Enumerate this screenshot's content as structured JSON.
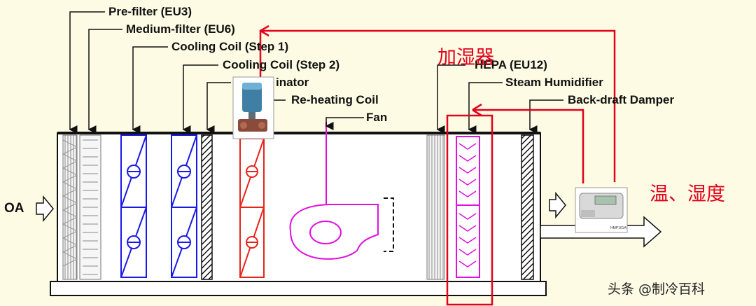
{
  "labels": {
    "pre_filter": "Pre-filter (EU3)",
    "medium_filter": "Medium-filter (EU6)",
    "cooling_coil_1": "Cooling Coil (Step 1)",
    "cooling_coil_2": "Cooling Coil (Step 2)",
    "eliminator": "inator",
    "reheating_coil": "Re-heating Coil",
    "fan": "Fan",
    "hepa": "HEPA (EU12)",
    "steam_humidifier": "Steam Humidifier",
    "back_draft_damper": "Back-draft Damper",
    "oa": "OA"
  },
  "annotations": {
    "humidifier_cn": "加湿器",
    "temp_humidity_cn": "温、湿度"
  },
  "watermark": "头条 @制冷百科",
  "sensor_caption": "HMP161A",
  "colors": {
    "background": "#fdfbe4",
    "control_line": "#e3001b",
    "cooling_coil": "#1a1ae6",
    "reheat_coil": "#e8231a",
    "fan": "#e010e0",
    "humidifier": "#e010e0"
  }
}
